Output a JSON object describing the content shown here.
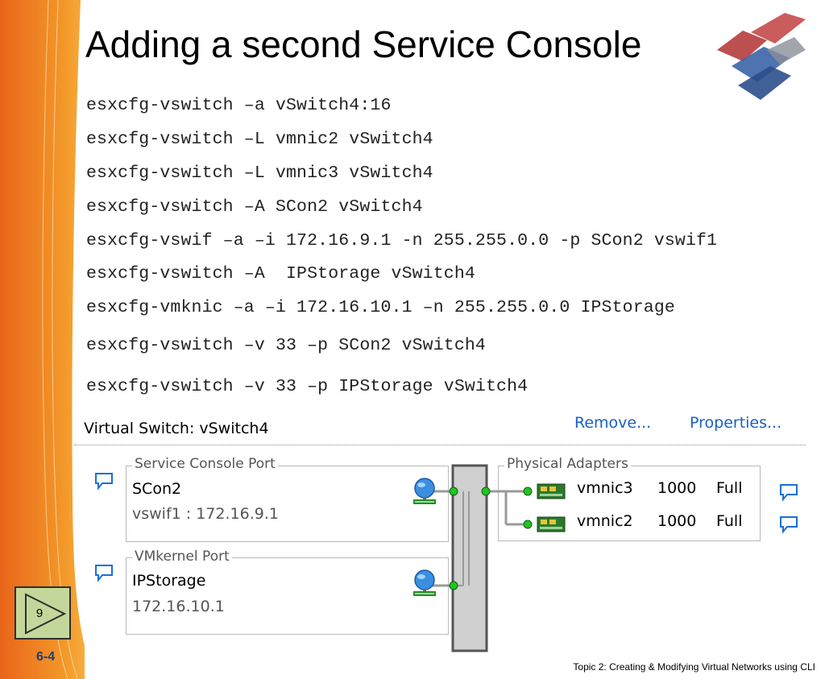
{
  "slide": {
    "title": "Adding a second Service Console",
    "commands": [
      "esxcfg-vswitch –a vSwitch4:16",
      "esxcfg-vswitch –L vmnic2 vSwitch4",
      "esxcfg-vswitch –L vmnic3 vSwitch4",
      "esxcfg-vswitch –A SCon2 vSwitch4",
      "esxcfg-vswif –a –i 172.16.9.1 -n 255.255.0.0 -p SCon2 vswif1",
      "esxcfg-vswitch –A  IPStorage vSwitch4",
      "esxcfg-vmknic –a –i 172.16.10.1 –n 255.255.0.0 IPStorage",
      "esxcfg-vswitch –v 33 –p SCon2 vSwitch4",
      "esxcfg-vswitch –v 33 –p IPStorage vSwitch4"
    ],
    "nav_button_number": "9",
    "slide_number": "6-4",
    "footer": "Topic 2:  Creating & Modifying Virtual Networks using CLI"
  },
  "vswitch": {
    "title": "Virtual Switch: vSwitch4",
    "remove_link": "Remove...",
    "properties_link": "Properties...",
    "service_console": {
      "legend": "Service Console Port",
      "name": "SCon2",
      "detail": "vswif1 : 172.16.9.1"
    },
    "vmkernel": {
      "legend": "VMkernel Port",
      "name": "IPStorage",
      "detail": "172.16.10.1"
    },
    "physical_adapters": {
      "legend": "Physical Adapters",
      "adapters": [
        {
          "name": "vmnic3",
          "speed": "1000",
          "duplex": "Full"
        },
        {
          "name": "vmnic2",
          "speed": "1000",
          "duplex": "Full"
        }
      ]
    }
  },
  "colors": {
    "left_bar": "#e87722",
    "link": "#1a5fc8",
    "nav_button": "#c4d79b",
    "port_dot": "#22c322"
  },
  "icons": [
    "logo-icon",
    "comment-bubble-icon",
    "network-globe-icon",
    "nic-icon",
    "play-arrow-icon"
  ]
}
